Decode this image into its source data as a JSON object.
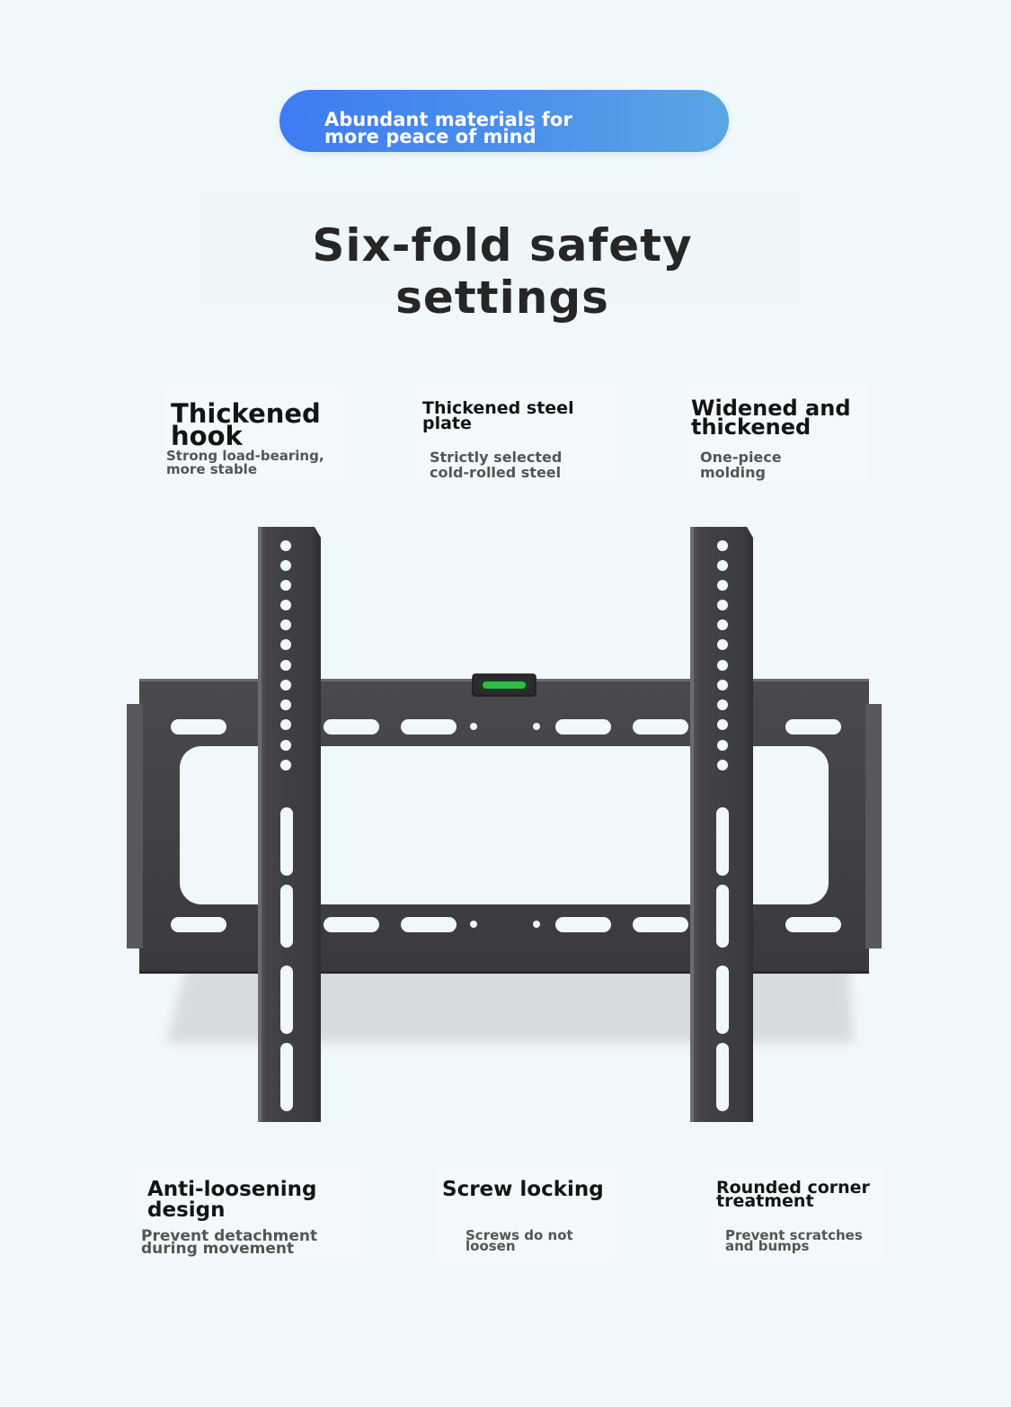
{
  "banner": {
    "text": "Abundant materials for more peace of mind"
  },
  "headline": "Six-fold safety settings",
  "features_top": [
    {
      "title": "Thickened hook",
      "desc": "Strong load-bearing, more stable"
    },
    {
      "title": "Thickened steel plate",
      "desc": "Strictly selected cold-rolled steel"
    },
    {
      "title": "Widened and thickened",
      "desc": "One-piece molding"
    }
  ],
  "features_bottom": [
    {
      "title": "Anti-loosening design",
      "desc": "Prevent detachment during movement"
    },
    {
      "title": "Screw locking",
      "desc": "Screws do not loosen"
    },
    {
      "title": "Rounded corner treatment",
      "desc": "Prevent scratches and bumps"
    }
  ],
  "colors": {
    "banner_start": "#3d7cf2",
    "banner_end": "#5aa6e3",
    "bracket": "#3f3f42",
    "level_bubble": "#2bbf45"
  },
  "icons": {
    "product": "tv-wall-mount-bracket-image",
    "level": "spirit-level-icon"
  }
}
